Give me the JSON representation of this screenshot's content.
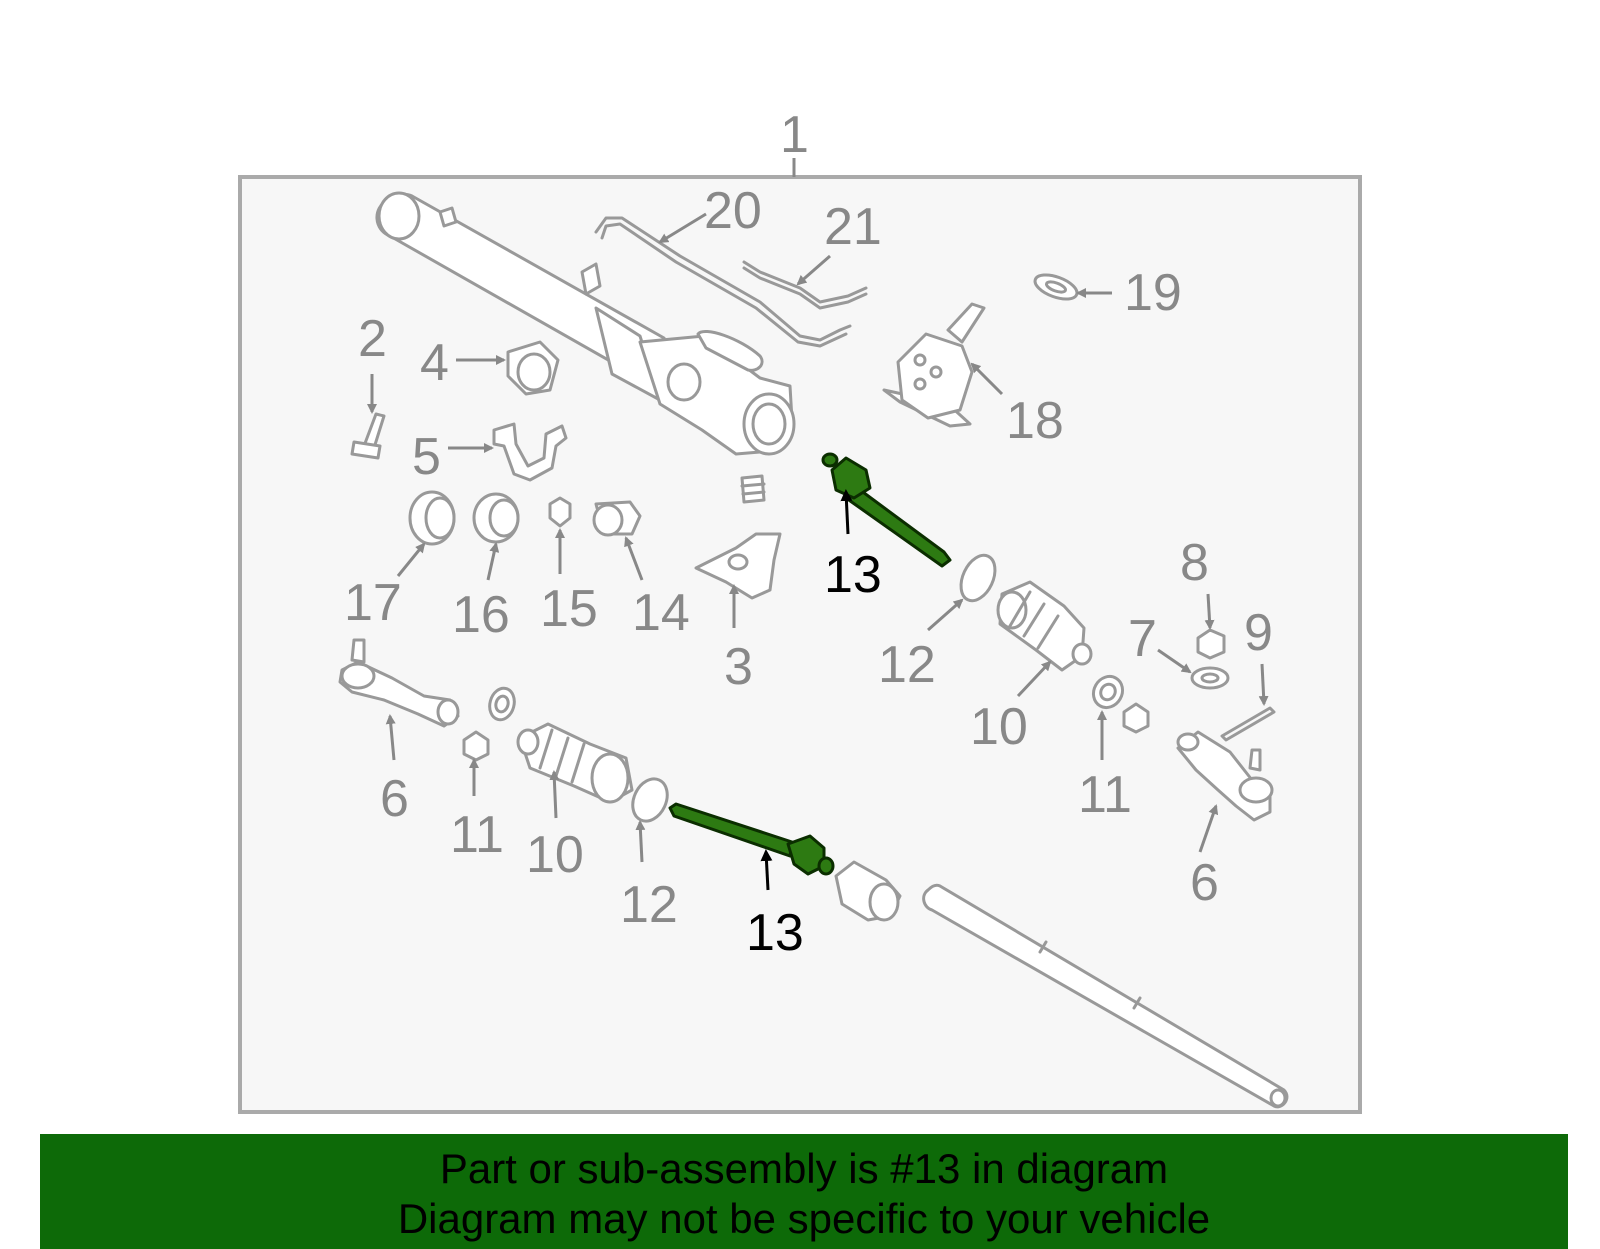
{
  "callouts": {
    "c1": "1",
    "c2": "2",
    "c3": "3",
    "c4": "4",
    "c5": "5",
    "c6a": "6",
    "c6b": "6",
    "c7": "7",
    "c8": "8",
    "c9": "9",
    "c10a": "10",
    "c10b": "10",
    "c11a": "11",
    "c11b": "11",
    "c12a": "12",
    "c12b": "12",
    "c13a": "13",
    "c13b": "13",
    "c14": "14",
    "c15": "15",
    "c16": "16",
    "c17": "17",
    "c18": "18",
    "c19": "19",
    "c20": "20",
    "c21": "21"
  },
  "highlight_part": "13",
  "colors": {
    "highlight_fill": "#2d7a12",
    "banner_background": "#0d6a08",
    "line_art": "#999999",
    "panel_background": "#f7f7f7"
  },
  "banner": {
    "line1": "Part or sub-assembly is #13 in diagram",
    "line2": "Diagram may not be specific to your vehicle"
  }
}
